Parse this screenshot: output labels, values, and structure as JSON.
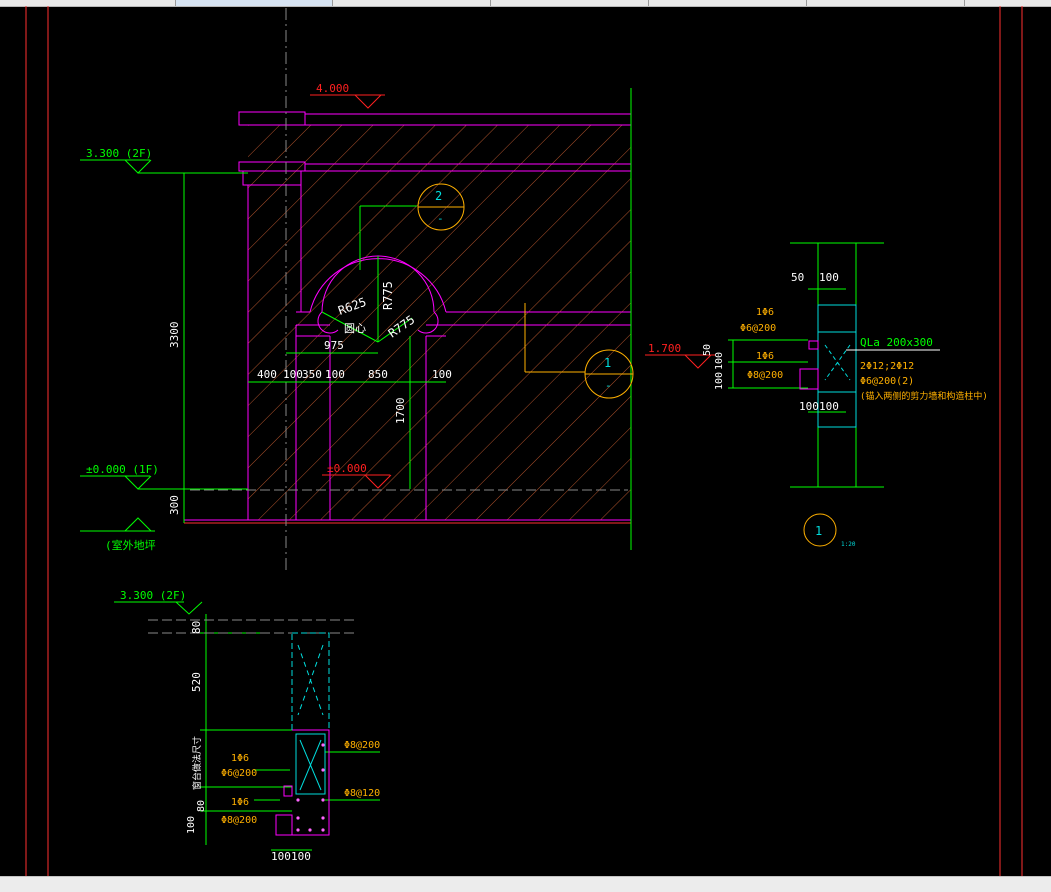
{
  "colors": {
    "background": "#000000",
    "dimension": "#00ff00",
    "outline": "#ff00ff",
    "hatch": "#b0522c",
    "section": "#ffb000",
    "leader": "#ffff00",
    "level_red": "#ff2020",
    "cyan": "#00dddd",
    "white": "#ffffff",
    "frame": "#ff3030"
  },
  "elevation": {
    "level_roof": "4.000",
    "level_2f": "3.300 (2F)",
    "level_1f": "±0.000 (1F)",
    "level_inner": "±0.000",
    "outdoor_ground": "(室外地坪",
    "window_level": "1.700",
    "height_total": "3300",
    "height_base": "300",
    "height_opening": "1700",
    "radius_inner": "R625",
    "radius_outer": "R775",
    "radius_small": "R775",
    "center_label": "圆心",
    "dim_975": "975",
    "dim_400": "400",
    "dim_100a": "100",
    "dim_350": "350",
    "dim_100b": "100",
    "dim_850": "850",
    "dim_100c": "100",
    "callout_2": "2",
    "callout_1": "1",
    "callout_dash": "-"
  },
  "detail1": {
    "dim_50": "50",
    "dim_100_top": "100",
    "rebar_top_1": "1Φ6",
    "rebar_top_2": "Φ6@200",
    "rebar_mid_1": "1Φ6",
    "rebar_mid_2": "Φ8@200",
    "dim_left_50": "50",
    "dim_left_100a": "100",
    "dim_left_100b": "100",
    "beam_label": "QLa 200x300",
    "main_bars": "2Φ12;2Φ12",
    "stirrups": "Φ6@200(2)",
    "note": "(锚入两侧的剪力墙和构造柱中)",
    "dim_bot_100a": "100",
    "dim_bot_100b": "100",
    "callout": "1",
    "scale": "1:20"
  },
  "detail2": {
    "level": "3.300 (2F)",
    "dim_80": "80",
    "dim_520": "520",
    "dim_window": "窗台做法尺寸",
    "dim_bot_100": "100",
    "dim_bot_80": "80",
    "stirrup_1": "Φ8@200",
    "stirrup_2": "Φ8@120",
    "rebar_a1": "1Φ6",
    "rebar_a2": "Φ6@200",
    "rebar_b1": "1Φ6",
    "rebar_b2": "Φ8@200",
    "dim_w1": "100",
    "dim_w2": "100"
  }
}
